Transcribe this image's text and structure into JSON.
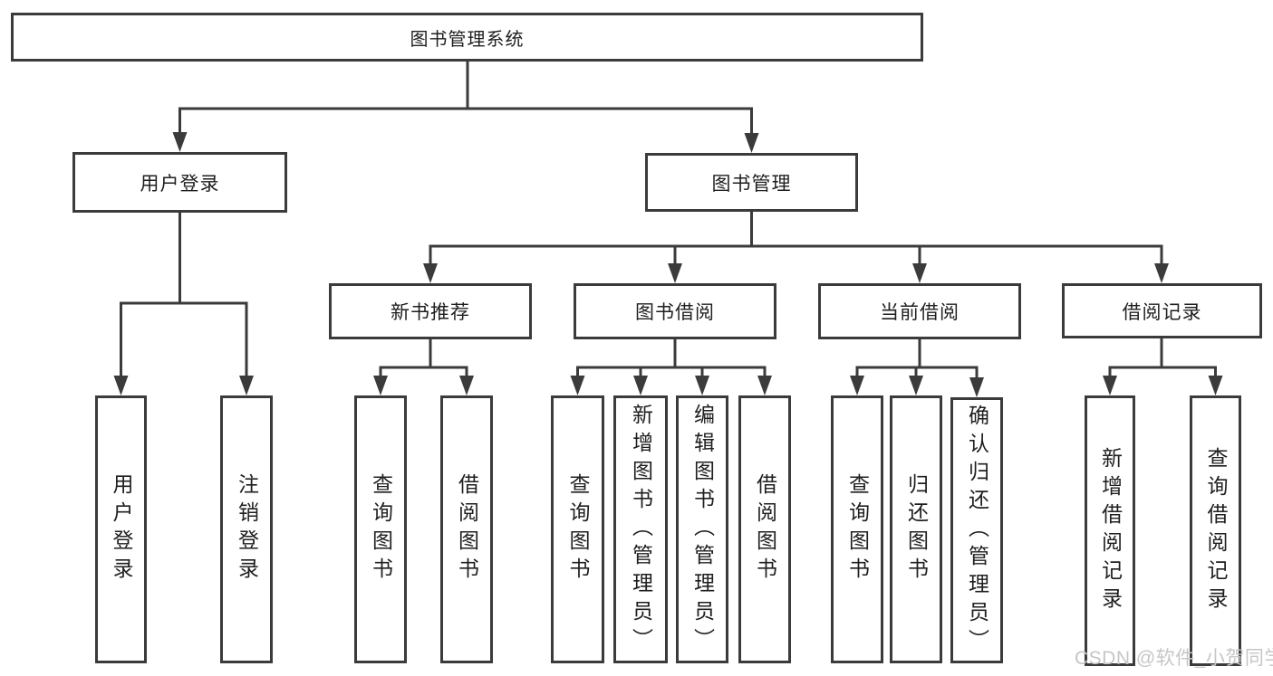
{
  "diagram": {
    "root": "图书管理系统",
    "branches": [
      {
        "label": "用户登录",
        "leaves": [
          "用户登录",
          "注销登录"
        ]
      },
      {
        "label": "图书管理",
        "sections": [
          {
            "label": "新书推荐",
            "leaves": [
              "查询图书",
              "借阅图书"
            ]
          },
          {
            "label": "图书借阅",
            "leaves": [
              "查询图书",
              "新增图书（管理员）",
              "编辑图书（管理员）",
              "借阅图书"
            ]
          },
          {
            "label": "当前借阅",
            "leaves": [
              "查询图书",
              "归还图书",
              "确认归还（管理员）"
            ]
          },
          {
            "label": "借阅记录",
            "leaves": [
              "新增借阅记录",
              "查询借阅记录"
            ]
          }
        ]
      }
    ]
  },
  "watermark": "CSDN @软件_小贺同学",
  "colors": {
    "line": "#3b3b3b",
    "text": "#1f1f1f",
    "background": "#ffffff",
    "watermark": "#c6c6c6"
  }
}
